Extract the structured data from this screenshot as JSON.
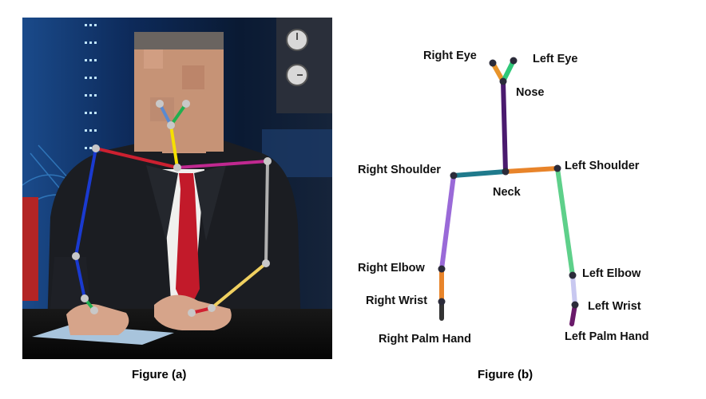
{
  "captions": {
    "figure_a": "Figure (a)",
    "figure_b": "Figure (b)"
  },
  "keypoints": {
    "right_eye": "Right Eye",
    "left_eye": "Left Eye",
    "nose": "Nose",
    "right_shoulder": "Right Shoulder",
    "left_shoulder": "Left Shoulder",
    "neck": "Neck",
    "right_elbow": "Right Elbow",
    "left_elbow": "Left Elbow",
    "right_wrist": "Right Wrist",
    "left_wrist": "Left Wrist",
    "right_palm": "Right Palm Hand",
    "left_palm": "Left Palm Hand"
  },
  "limb_colors": {
    "nose_right_eye": "#e8942a",
    "nose_left_eye": "#2fc878",
    "neck_nose": "#4a1a6e",
    "neck_right_shoulder": "#1f7a8c",
    "neck_left_shoulder": "#e8842a",
    "right_upper_arm": "#9a6ad8",
    "right_forearm": "#e8842a",
    "right_hand": "#333333",
    "left_upper_arm": "#5ed08a",
    "left_forearm": "#c8c8f0",
    "left_hand": "#6a1a6a"
  },
  "photo_overlay_colors": {
    "neck_nose": "#f5e000",
    "nose_left_eye": "#20b050",
    "nose_right_eye": "#5a8ad0",
    "neck_right_shoulder": "#cc2030",
    "neck_left_shoulder": "#c02890",
    "right_upper_arm": "#1a3ad0",
    "right_forearm": "#1a3ad0",
    "right_hand": "#20b050",
    "left_upper_arm": "#b0b0b0",
    "left_forearm": "#f0d060",
    "left_hand": "#d02030",
    "joint": "#c8c8c8"
  }
}
